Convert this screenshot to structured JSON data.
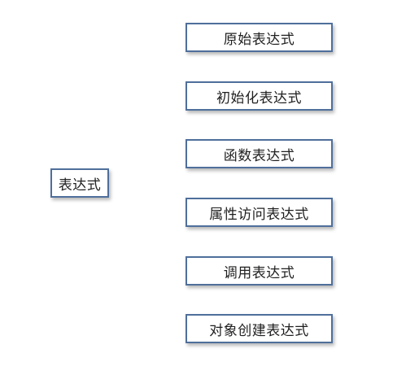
{
  "root": {
    "label": "表达式"
  },
  "children": [
    {
      "label": "原始表达式"
    },
    {
      "label": "初始化表达式"
    },
    {
      "label": "函数表达式"
    },
    {
      "label": "属性访问表达式"
    },
    {
      "label": "调用表达式"
    },
    {
      "label": "对象创建表达式"
    }
  ],
  "colors": {
    "border": "#4f6f9b",
    "background": "#ffffff",
    "text": "#1f1f1f"
  }
}
